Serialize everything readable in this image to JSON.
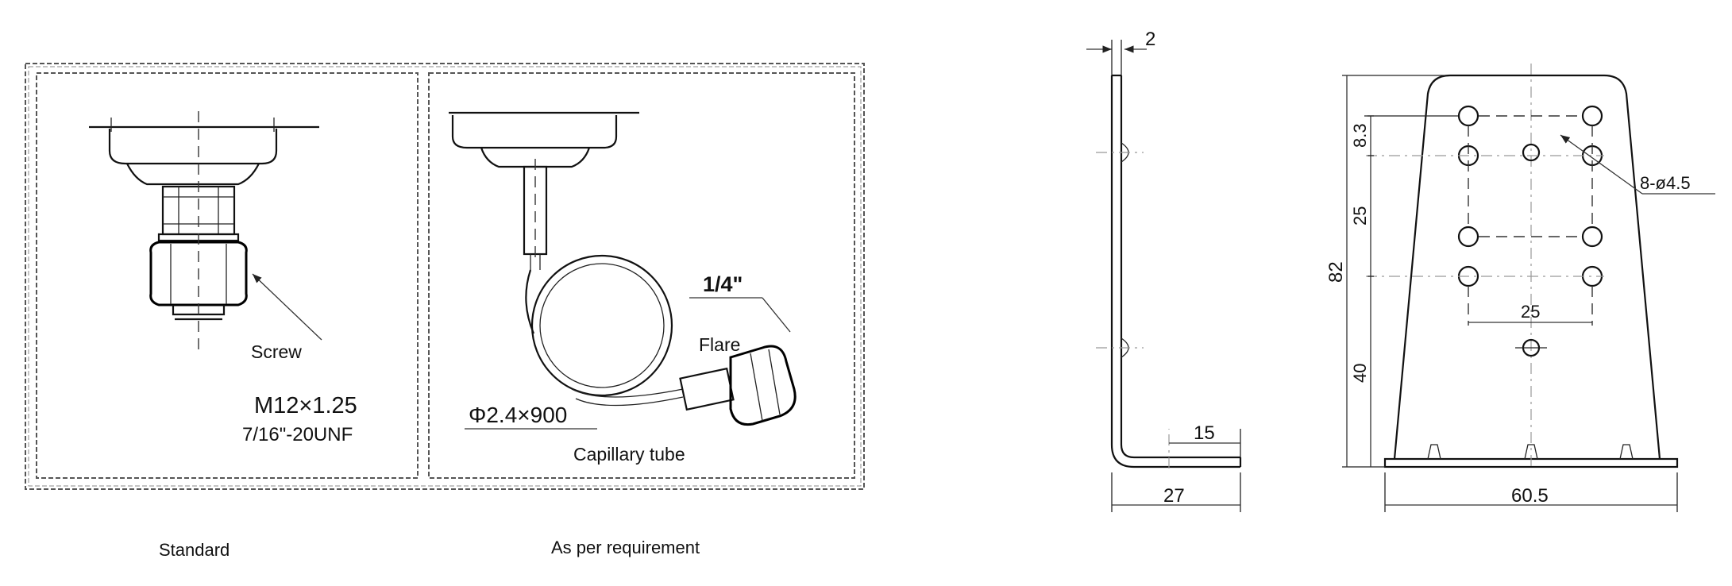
{
  "left_diagram": {
    "panel_standard": {
      "callout": "Screw",
      "thread_metric": "M12×1.25",
      "thread_unf": "7/16\"-20UNF",
      "caption": "Standard"
    },
    "panel_requirement": {
      "flare_size": "1/4\"",
      "flare_label": "Flare",
      "tube_spec": "Φ2.4×900",
      "tube_label": "Capillary tube",
      "caption": "As per requirement"
    }
  },
  "side_view": {
    "thickness": "2",
    "flange_inner": "15",
    "flange_total": "27"
  },
  "front_view": {
    "height_total": "82",
    "hole_pitch_top": "8.3",
    "hole_pitch_mid": "25",
    "lower_offset": "40",
    "hole_spacing_h": "25",
    "base_width": "60.5",
    "hole_callout": "8-ø4.5"
  }
}
